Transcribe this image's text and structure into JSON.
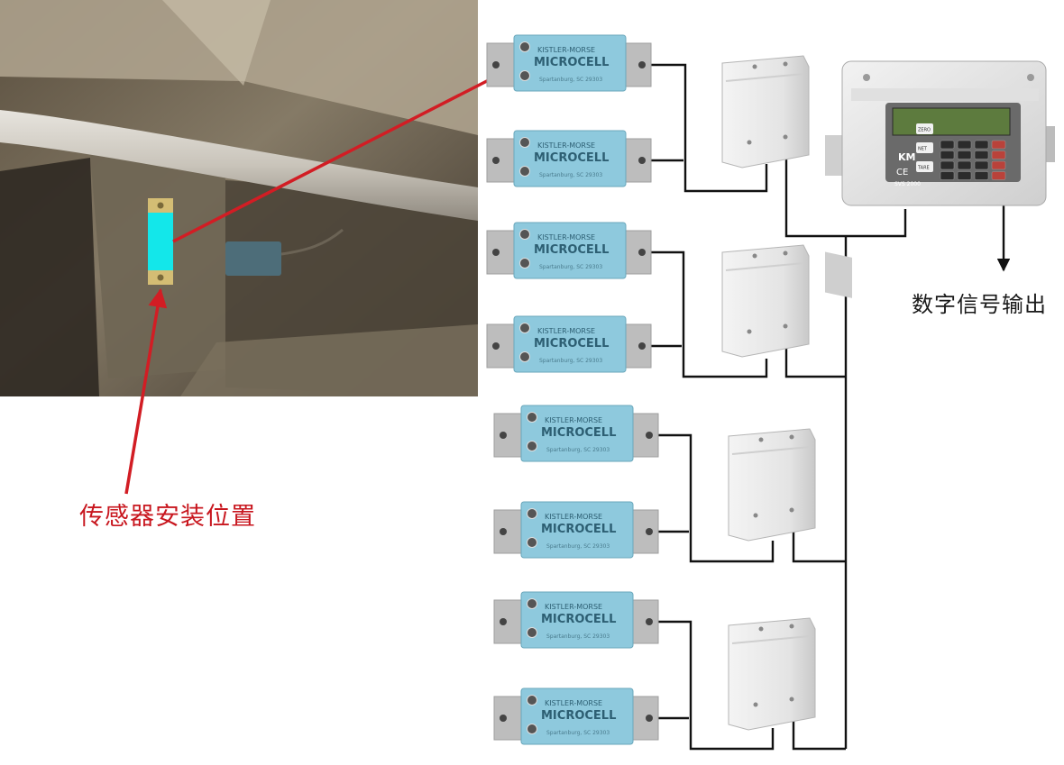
{
  "labels": {
    "install_position": "传感器安装位置",
    "digital_output": "数字信号输出"
  },
  "sensor": {
    "brand_top": "KISTLER-MORSE",
    "brand_main": "MICROCELL",
    "location": "Spartanburg, SC 29303"
  },
  "indicator": {
    "model": "SVS 2000",
    "logo": "KM",
    "ce_mark": "CE",
    "side_keys": [
      "ZERO",
      "NET",
      "TARE"
    ]
  },
  "colors": {
    "sensor_blue": "#8ec9dd",
    "bracket_gray": "#bdbdbd",
    "arrow_red": "#d21d24",
    "highlight_cyan": "#13e7ea",
    "highlight_gold": "#d4bd74",
    "wire_black": "#111111",
    "box_white": "#ececec",
    "lcd_green": "#5d7b3e"
  }
}
